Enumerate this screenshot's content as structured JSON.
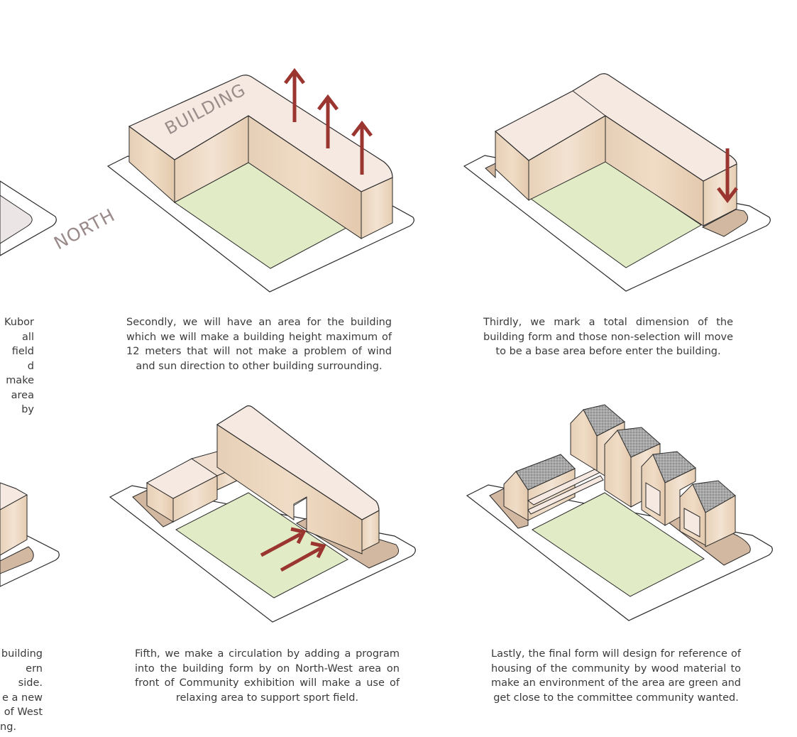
{
  "labels": {
    "north": "NORTH",
    "building": "BUILDING"
  },
  "colors": {
    "outline": "#2a2a2a",
    "wood_top": "#f5e9e2",
    "wood_side": "#ead4bd",
    "wood_dark": "#dcc0a5",
    "green": "#e1ecc6",
    "base_brown": "#d2b8a0",
    "arrow": "#9b3530",
    "roof": "#9a9a9a"
  },
  "captions": {
    "step1_fragment": [
      "Kubor",
      "all field",
      "d make",
      "area by"
    ],
    "step2": "Secondly, we will have an area for the building which we will make a building height maximum of 12 meters that will not make a problem of wind and sun direction to other building surrounding.",
    "step3": "Thirdly, we mark a total dimension of the building form and those non-selection will move to be a base area before enter the building.",
    "step4_fragment": [
      "building",
      "ern side.",
      "e a new",
      "of West",
      "ng."
    ],
    "step5": "Fifth, we make a circulation by adding a program into the building form by on North-West area on front of Community exhibition will make a use of relaxing area to support sport field.",
    "step6": "Lastly, the final form will design for reference of housing of the community by wood material to make an environment of the area are green and get close to the committee community wanted."
  }
}
